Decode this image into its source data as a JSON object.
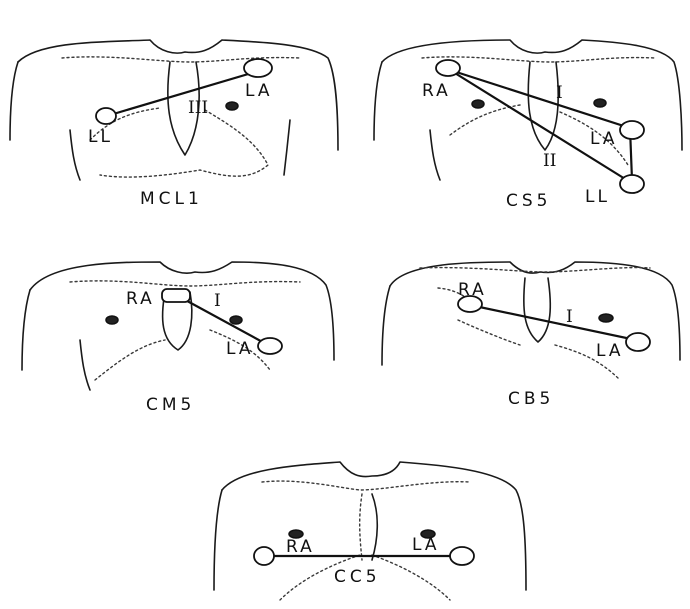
{
  "panels": {
    "mcl1": {
      "caption": "MCL1",
      "lead": "III",
      "labels": {
        "pos": "LA",
        "neg": "LL"
      }
    },
    "cs5": {
      "caption": "CS5",
      "lead_upper": "I",
      "lead_lower": "II",
      "labels": {
        "ra": "RA",
        "la": "LA",
        "ll": "LL"
      }
    },
    "cm5": {
      "caption": "CM5",
      "lead": "I",
      "labels": {
        "ra": "RA",
        "la": "LA"
      }
    },
    "cb5": {
      "caption": "CB5",
      "lead": "I",
      "labels": {
        "ra": "RA",
        "la": "LA"
      }
    },
    "cc5": {
      "caption": "CC5",
      "labels": {
        "ra": "RA",
        "la": "LA"
      }
    }
  }
}
